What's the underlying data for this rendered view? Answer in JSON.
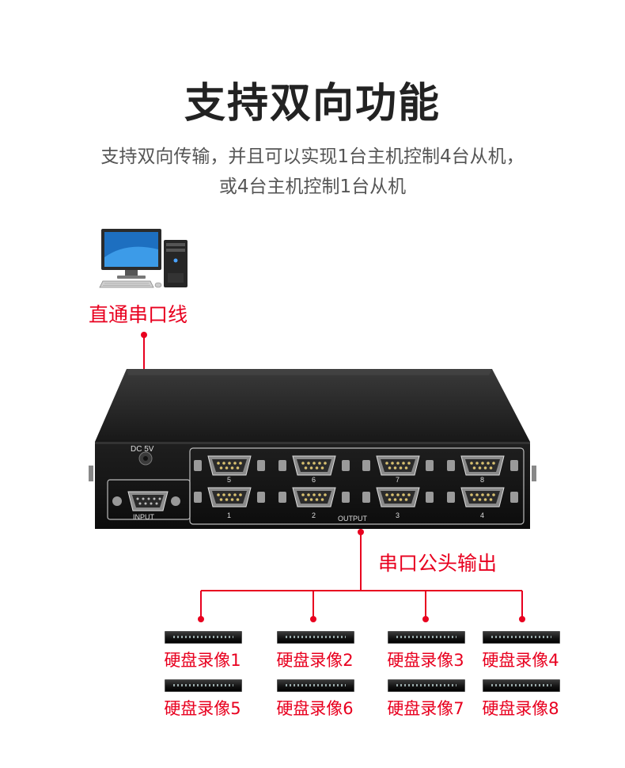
{
  "heading": "支持双向功能",
  "subtitle_line1": "支持双向传输，并且可以实现1台主机控制4台从机，",
  "subtitle_line2": "或4台主机控制1台从机",
  "labels": {
    "input_cable": "直通串口线",
    "output_ports": "串口公头输出"
  },
  "device": {
    "power_label": "DC 5V",
    "input_label": "INPUT",
    "output_label": "OUTPUT",
    "top_ports": [
      "5",
      "6",
      "7",
      "8"
    ],
    "bottom_ports": [
      "1",
      "2",
      "3",
      "4"
    ]
  },
  "recorders": [
    "硬盘录像1",
    "硬盘录像2",
    "硬盘录像3",
    "硬盘录像4",
    "硬盘录像5",
    "硬盘录像6",
    "硬盘录像7",
    "硬盘录像8"
  ],
  "colors": {
    "accent": "#e8001f",
    "device": "#1a1a1a",
    "text": "#222222"
  }
}
